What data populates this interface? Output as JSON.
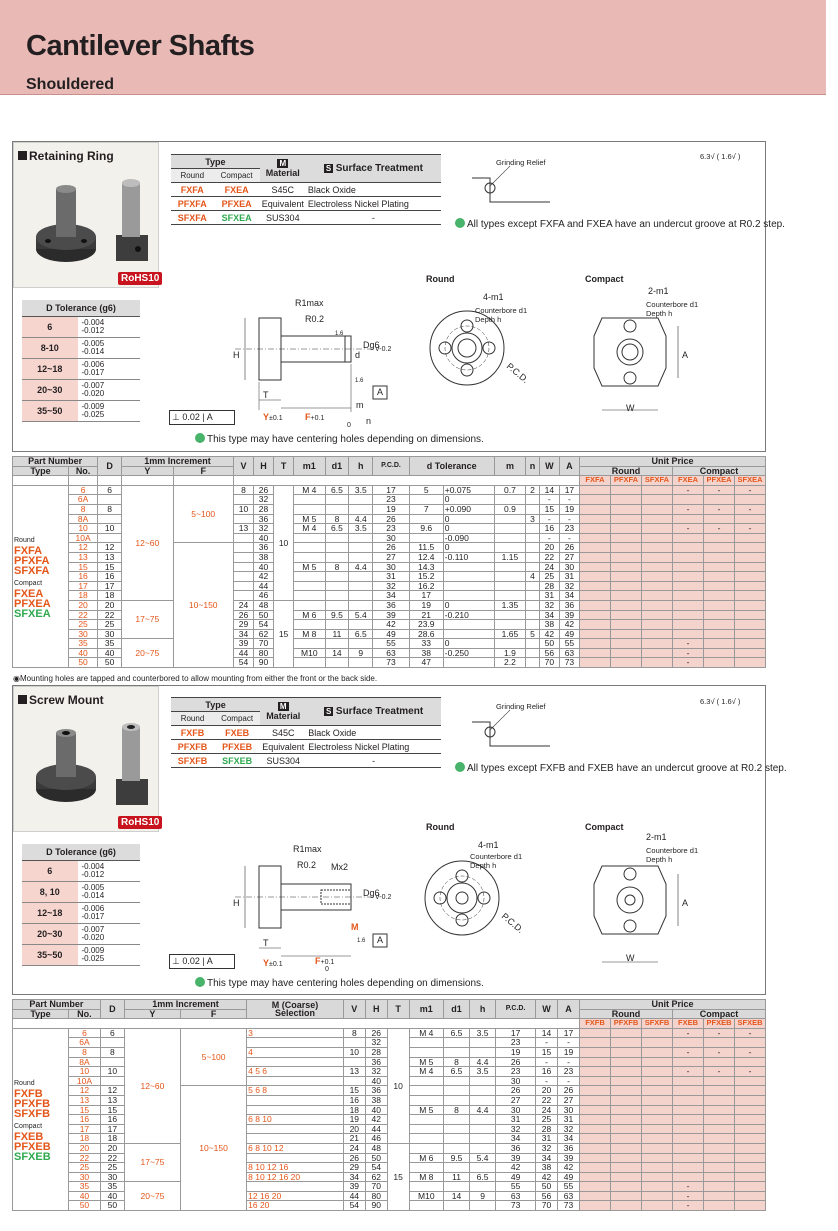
{
  "header": {
    "title": "Cantilever Shafts",
    "subtitle": "Shouldered"
  },
  "sections": [
    {
      "title": "Retaining Ring",
      "type_table": {
        "h_type": "Type",
        "h_round": "Round",
        "h_compact": "Compact",
        "h_material_icon": "M",
        "h_material": "Material",
        "h_surface_icon": "S",
        "h_surface": "Surface Treatment",
        "rows": [
          {
            "round": "FXFA",
            "compact": "FXEA",
            "material": "S45C",
            "surface": "Black Oxide"
          },
          {
            "round": "PFXFA",
            "compact": "PFXEA",
            "material": "Equivalent",
            "surface": "Electroless Nickel Plating"
          },
          {
            "round": "SFXFA",
            "compact": "SFXEA",
            "material": "SUS304",
            "surface": "-"
          }
        ]
      },
      "grinding_relief": "Grinding Relief",
      "roughness": [
        "6.3",
        "1.6"
      ],
      "undercut_note": "All types except FXFA and FXEA have an undercut groove at R0.2 step.",
      "rohs": "RoHS10",
      "d_tol": {
        "title": "D Tolerance (g6)",
        "rows": [
          {
            "d": "6",
            "a": "-0.004",
            "b": "-0.012"
          },
          {
            "d": "8-10",
            "a": "-0.005",
            "b": "-0.014"
          },
          {
            "d": "12~18",
            "a": "-0.006",
            "b": "-0.017"
          },
          {
            "d": "20~30",
            "a": "-0.007",
            "b": "-0.020"
          },
          {
            "d": "35~50",
            "a": "-0.009",
            "b": "-0.025"
          }
        ]
      },
      "drawing": {
        "r1max": "R1max",
        "r02": "R0.2",
        "h": "H",
        "d": "d",
        "dg6": "Dg6",
        "v": "V-0.2",
        "t": "T",
        "m": "m",
        "n": "n",
        "a": "A",
        "y": "Y",
        "yt": "±0.1",
        "f": "F",
        "ft": "+0.1",
        "f0": "0",
        "perp": "0.02",
        "perp_ref": "A",
        "r16a": "1.6",
        "r16b": "1.6"
      },
      "round_label": "Round",
      "compact_label": "Compact",
      "round_m": "4-m1",
      "round_cb": "Counterbore d1 Depth h",
      "pcd": "P.C.D.",
      "compact_m": "2-m1",
      "compact_cb": "Counterbore d1 Depth h",
      "compact_a": "A",
      "compact_w": "W",
      "centering_note": "This type may have centering holes depending on dimensions.",
      "mount_note": "Mounting holes are tapped and counterbored to allow mounting from either the front or the back side."
    },
    {
      "title": "Screw Mount",
      "type_table": {
        "h_type": "Type",
        "h_round": "Round",
        "h_compact": "Compact",
        "h_material_icon": "M",
        "h_material": "Material",
        "h_surface_icon": "S",
        "h_surface": "Surface Treatment",
        "rows": [
          {
            "round": "FXFB",
            "compact": "FXEB",
            "material": "S45C",
            "surface": "Black Oxide"
          },
          {
            "round": "PFXFB",
            "compact": "PFXEB",
            "material": "Equivalent",
            "surface": "Electroless Nickel Plating"
          },
          {
            "round": "SFXFB",
            "compact": "SFXEB",
            "material": "SUS304",
            "surface": "-"
          }
        ]
      },
      "grinding_relief": "Grinding Relief",
      "roughness": [
        "6.3",
        "1.6"
      ],
      "undercut_note": "All types except FXFB and FXEB have an undercut groove at R0.2 step.",
      "rohs": "RoHS10",
      "d_tol": {
        "title": "D Tolerance (g6)",
        "rows": [
          {
            "d": "6",
            "a": "-0.004",
            "b": "-0.012"
          },
          {
            "d": "8, 10",
            "a": "-0.005",
            "b": "-0.014"
          },
          {
            "d": "12~18",
            "a": "-0.006",
            "b": "-0.017"
          },
          {
            "d": "20~30",
            "a": "-0.007",
            "b": "-0.020"
          },
          {
            "d": "35~50",
            "a": "-0.009",
            "b": "-0.025"
          }
        ]
      },
      "drawing": {
        "r1max": "R1max",
        "r02": "R0.2",
        "mx2": "Mx2",
        "h": "H",
        "dg6": "Dg6",
        "v": "V-0.2",
        "t": "T",
        "m": "M",
        "a": "A",
        "y": "Y",
        "yt": "±0.1",
        "f": "F",
        "ft": "+0.1",
        "f0": "0",
        "perp": "0.02",
        "perp_ref": "A",
        "r16": "1.6"
      },
      "round_label": "Round",
      "compact_label": "Compact",
      "round_m": "4-m1",
      "round_cb": "Counterbore d1 Depth h",
      "pcd": "P.C.D.",
      "compact_m": "2-m1",
      "compact_cb": "Counterbore d1 Depth h",
      "compact_a": "A",
      "compact_w": "W",
      "centering_note": "This type may have centering holes depending on dimensions."
    }
  ],
  "table1": {
    "h": {
      "part_number": "Part Number",
      "type": "Type",
      "no": "No.",
      "D": "D",
      "inc": "1mm Increment",
      "Y": "Y",
      "F": "F",
      "V": "V",
      "H": "H",
      "T": "T",
      "m1": "m1",
      "d1": "d1",
      "hh": "h",
      "pcd": "P.C.D.",
      "dtol": "d Tolerance",
      "m": "m",
      "n": "n",
      "W": "W",
      "A": "A",
      "unit": "Unit Price",
      "round": "Round",
      "compact": "Compact",
      "p1": "FXFA",
      "p2": "PFXFA",
      "p3": "SFXFA",
      "p4": "FXEA",
      "p5": "PFXEA",
      "p6": "SFXEA"
    },
    "type_labels": {
      "round": "Round",
      "r1": "FXFA",
      "r2": "PFXFA",
      "r3": "SFXFA",
      "compact": "Compact",
      "c1": "FXEA",
      "c2": "PFXEA",
      "c3": "SFXEA"
    },
    "rows": [
      [
        "6",
        "6",
        "8",
        "26",
        "M 4",
        "6.5",
        "3.5",
        "17",
        "5",
        "+0.075",
        "0.7",
        "2",
        "14",
        "17",
        "",
        "",
        "",
        "-",
        "-",
        "-"
      ],
      [
        "6A",
        "",
        "",
        "32",
        "",
        "",
        "",
        "23",
        "",
        "0",
        "",
        "",
        "-",
        "-",
        "",
        "",
        "",
        "",
        "",
        ""
      ],
      [
        "8",
        "8",
        "10",
        "28",
        "",
        "",
        "",
        "19",
        "7",
        "+0.090",
        "0.9",
        "",
        "15",
        "19",
        "",
        "",
        "",
        "-",
        "-",
        "-"
      ],
      [
        "8A",
        "",
        "",
        "36",
        "M 5",
        "8",
        "4.4",
        "26",
        "",
        "0",
        "",
        "3",
        "-",
        "-",
        "",
        "",
        "",
        "",
        "",
        ""
      ],
      [
        "10",
        "10",
        "13",
        "32",
        "M 4",
        "6.5",
        "3.5",
        "23",
        "9.6",
        "0",
        "",
        "",
        "16",
        "23",
        "",
        "",
        "",
        "-",
        "-",
        "-"
      ],
      [
        "10A",
        "",
        "",
        "40",
        "",
        "",
        "",
        "30",
        "",
        "-0.090",
        "",
        "",
        "-",
        "-",
        "",
        "",
        "",
        "",
        "",
        ""
      ],
      [
        "12",
        "12",
        "",
        "36",
        "",
        "",
        "",
        "26",
        "11.5",
        "0",
        "",
        "",
        "20",
        "26",
        "",
        "",
        "",
        "",
        "",
        ""
      ],
      [
        "13",
        "13",
        "",
        "38",
        "",
        "",
        "",
        "27",
        "12.4",
        "-0.110",
        "1.15",
        "",
        "22",
        "27",
        "",
        "",
        "",
        "",
        "",
        ""
      ],
      [
        "15",
        "15",
        "",
        "40",
        "M 5",
        "8",
        "4.4",
        "30",
        "14.3",
        "",
        "",
        "",
        "24",
        "30",
        "",
        "",
        "",
        "",
        "",
        ""
      ],
      [
        "16",
        "16",
        "",
        "42",
        "",
        "",
        "",
        "31",
        "15.2",
        "",
        "",
        "4",
        "25",
        "31",
        "",
        "",
        "",
        "",
        "",
        ""
      ],
      [
        "17",
        "17",
        "",
        "44",
        "",
        "",
        "",
        "32",
        "16.2",
        "",
        "",
        "",
        "28",
        "32",
        "",
        "",
        "",
        "",
        "",
        ""
      ],
      [
        "18",
        "18",
        "",
        "46",
        "",
        "",
        "",
        "34",
        "17",
        "",
        "",
        "",
        "31",
        "34",
        "",
        "",
        "",
        "",
        "",
        ""
      ],
      [
        "20",
        "20",
        "24",
        "48",
        "",
        "",
        "",
        "36",
        "19",
        "0",
        "1.35",
        "",
        "32",
        "36",
        "",
        "",
        "",
        "",
        "",
        ""
      ],
      [
        "22",
        "22",
        "26",
        "50",
        "M 6",
        "9.5",
        "5.4",
        "39",
        "21",
        "-0.210",
        "",
        "",
        "34",
        "39",
        "",
        "",
        "",
        "",
        "",
        ""
      ],
      [
        "25",
        "25",
        "29",
        "54",
        "",
        "",
        "",
        "42",
        "23.9",
        "",
        "",
        "",
        "38",
        "42",
        "",
        "",
        "",
        "",
        "",
        ""
      ],
      [
        "30",
        "30",
        "34",
        "62",
        "M 8",
        "11",
        "6.5",
        "49",
        "28.6",
        "",
        "1.65",
        "5",
        "42",
        "49",
        "",
        "",
        "",
        "",
        "",
        ""
      ],
      [
        "35",
        "35",
        "39",
        "70",
        "",
        "",
        "",
        "55",
        "33",
        "0",
        "",
        "",
        "50",
        "55",
        "",
        "",
        "",
        "-",
        "",
        ""
      ],
      [
        "40",
        "40",
        "44",
        "80",
        "M10",
        "14",
        "9",
        "63",
        "38",
        "-0.250",
        "1.9",
        "",
        "56",
        "63",
        "",
        "",
        "",
        "-",
        "",
        ""
      ],
      [
        "50",
        "50",
        "54",
        "90",
        "",
        "",
        "",
        "73",
        "47",
        "",
        "2.2",
        "",
        "70",
        "73",
        "",
        "",
        "",
        "-",
        "",
        ""
      ]
    ],
    "y_ranges": [
      "12~60",
      "17~75",
      "20~75"
    ],
    "f_ranges": [
      "5~100",
      "10~150"
    ],
    "t_vals": [
      "10",
      "15"
    ]
  },
  "table2": {
    "h": {
      "part_number": "Part Number",
      "type": "Type",
      "no": "No.",
      "D": "D",
      "inc": "1mm Increment",
      "Y": "Y",
      "F": "F",
      "msel": "M (Coarse)",
      "msel2": "Selection",
      "V": "V",
      "H": "H",
      "T": "T",
      "m1": "m1",
      "d1": "d1",
      "hh": "h",
      "pcd": "P.C.D.",
      "W": "W",
      "A": "A",
      "unit": "Unit Price",
      "round": "Round",
      "compact": "Compact",
      "p1": "FXFB",
      "p2": "PFXFB",
      "p3": "SFXFB",
      "p4": "FXEB",
      "p5": "PFXEB",
      "p6": "SFXEB"
    },
    "type_labels": {
      "round": "Round",
      "r1": "FXFB",
      "r2": "PFXFB",
      "r3": "SFXFB",
      "compact": "Compact",
      "c1": "FXEB",
      "c2": "PFXEB",
      "c3": "SFXEB"
    },
    "rows": [
      [
        "6",
        "6",
        "3",
        "8",
        "26",
        "M 4",
        "6.5",
        "3.5",
        "17",
        "14",
        "17",
        "",
        "",
        "",
        "-",
        "-",
        "-"
      ],
      [
        "6A",
        "",
        "",
        "",
        "32",
        "",
        "",
        "",
        "23",
        "-",
        "-",
        "",
        "",
        "",
        "",
        "",
        ""
      ],
      [
        "8",
        "8",
        "4",
        "10",
        "28",
        "",
        "",
        "",
        "19",
        "15",
        "19",
        "",
        "",
        "",
        "-",
        "-",
        "-"
      ],
      [
        "8A",
        "",
        "",
        "",
        "36",
        "M 5",
        "8",
        "4.4",
        "26",
        "-",
        "-",
        "",
        "",
        "",
        "",
        "",
        ""
      ],
      [
        "10",
        "10",
        "4 5 6",
        "13",
        "32",
        "M 4",
        "6.5",
        "3.5",
        "23",
        "16",
        "23",
        "",
        "",
        "",
        "-",
        "-",
        "-"
      ],
      [
        "10A",
        "",
        "",
        "",
        "40",
        "",
        "",
        "",
        "30",
        "-",
        "-",
        "",
        "",
        "",
        "",
        "",
        ""
      ],
      [
        "12",
        "12",
        "5 6 8",
        "15",
        "36",
        "",
        "",
        "",
        "26",
        "20",
        "26",
        "",
        "",
        "",
        "",
        "",
        ""
      ],
      [
        "13",
        "13",
        "",
        "16",
        "38",
        "",
        "",
        "",
        "27",
        "22",
        "27",
        "",
        "",
        "",
        "",
        "",
        ""
      ],
      [
        "15",
        "15",
        "",
        "18",
        "40",
        "M 5",
        "8",
        "4.4",
        "30",
        "24",
        "30",
        "",
        "",
        "",
        "",
        "",
        ""
      ],
      [
        "16",
        "16",
        "6 8 10",
        "19",
        "42",
        "",
        "",
        "",
        "31",
        "25",
        "31",
        "",
        "",
        "",
        "",
        "",
        ""
      ],
      [
        "17",
        "17",
        "",
        "20",
        "44",
        "",
        "",
        "",
        "32",
        "28",
        "32",
        "",
        "",
        "",
        "",
        "",
        ""
      ],
      [
        "18",
        "18",
        "",
        "21",
        "46",
        "",
        "",
        "",
        "34",
        "31",
        "34",
        "",
        "",
        "",
        "",
        "",
        ""
      ],
      [
        "20",
        "20",
        "6 8 10 12",
        "24",
        "48",
        "",
        "",
        "",
        "36",
        "32",
        "36",
        "",
        "",
        "",
        "",
        "",
        ""
      ],
      [
        "22",
        "22",
        "",
        "26",
        "50",
        "M 6",
        "9.5",
        "5.4",
        "39",
        "34",
        "39",
        "",
        "",
        "",
        "",
        "",
        ""
      ],
      [
        "25",
        "25",
        "8 10 12 16",
        "29",
        "54",
        "",
        "",
        "",
        "42",
        "38",
        "42",
        "",
        "",
        "",
        "",
        "",
        ""
      ],
      [
        "30",
        "30",
        "8 10 12 16 20",
        "34",
        "62",
        "M 8",
        "11",
        "6.5",
        "49",
        "42",
        "49",
        "",
        "",
        "",
        "",
        "",
        ""
      ],
      [
        "35",
        "35",
        "",
        "39",
        "70",
        "",
        "",
        "",
        "55",
        "50",
        "55",
        "",
        "",
        "",
        "-",
        "",
        ""
      ],
      [
        "40",
        "40",
        "12 16 20",
        "44",
        "80",
        "M10",
        "14",
        "9",
        "63",
        "56",
        "63",
        "",
        "",
        "",
        "-",
        "",
        ""
      ],
      [
        "50",
        "50",
        "16 20",
        "54",
        "90",
        "",
        "",
        "",
        "73",
        "70",
        "73",
        "",
        "",
        "",
        "-",
        "",
        ""
      ]
    ],
    "y_ranges": [
      "12~60",
      "17~75",
      "20~75"
    ],
    "f_ranges": [
      "5~100",
      "10~150"
    ],
    "t_vals": [
      "10",
      "15"
    ]
  }
}
